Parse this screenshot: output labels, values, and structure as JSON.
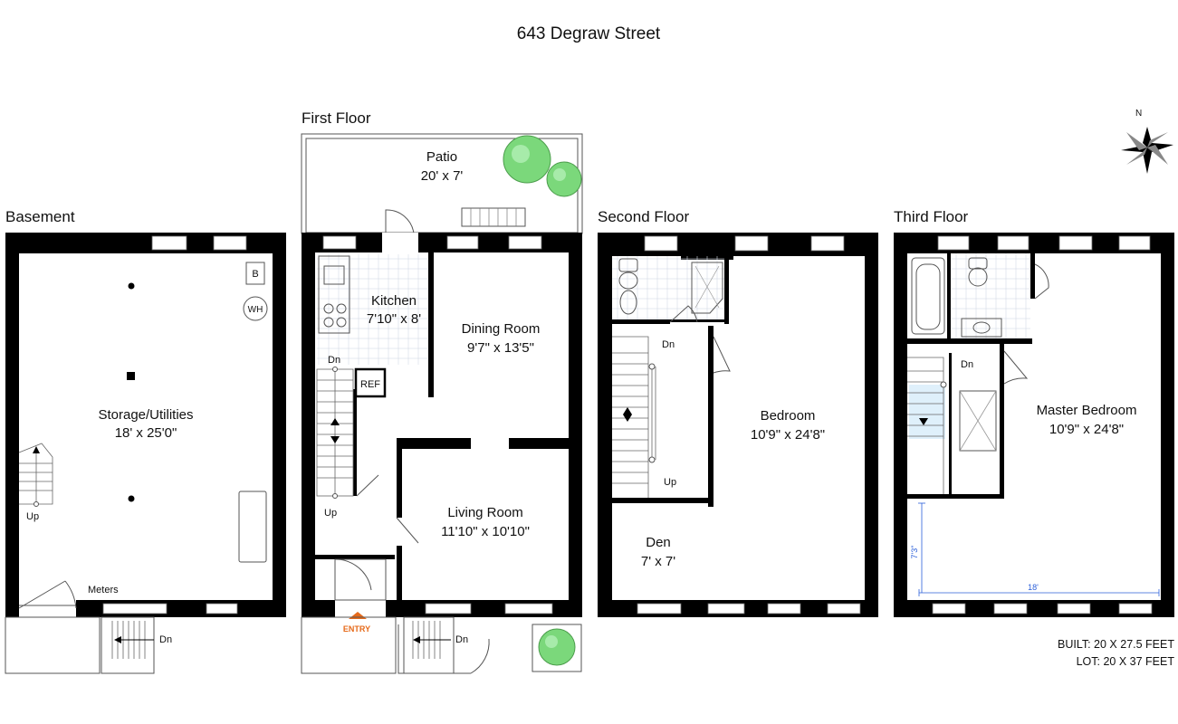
{
  "title": "643 Degraw Street",
  "floors": {
    "basement": "Basement",
    "first": "First Floor",
    "second": "Second Floor",
    "third": "Third Floor"
  },
  "rooms": {
    "storage": {
      "name": "Storage/Utilities",
      "size": "18' x 25'0\""
    },
    "patio": {
      "name": "Patio",
      "size": "20' x 7'"
    },
    "kitchen": {
      "name": "Kitchen",
      "size": "7'10\" x 8'"
    },
    "dining": {
      "name": "Dining Room",
      "size": "9'7\" x 13'5\""
    },
    "living": {
      "name": "Living Room",
      "size": "11'10\" x 10'10\""
    },
    "bedroom": {
      "name": "Bedroom",
      "size": "10'9\" x 24'8\""
    },
    "den": {
      "name": "Den",
      "size": "7' x 7'"
    },
    "master": {
      "name": "Master Bedroom",
      "size": "10'9\" x 24'8\""
    }
  },
  "fixtures": {
    "boiler": "B",
    "water_heater": "WH",
    "fridge": "REF",
    "meters": "Meters",
    "entry": "ENTRY"
  },
  "stairs": {
    "up": "Up",
    "down": "Dn"
  },
  "dimensions": {
    "horizontal": "18'",
    "vertical": "7'3\""
  },
  "compass": "N",
  "info": {
    "built": "BUILT: 20 X 27.5 FEET",
    "lot": "LOT: 20 X 37 FEET"
  }
}
